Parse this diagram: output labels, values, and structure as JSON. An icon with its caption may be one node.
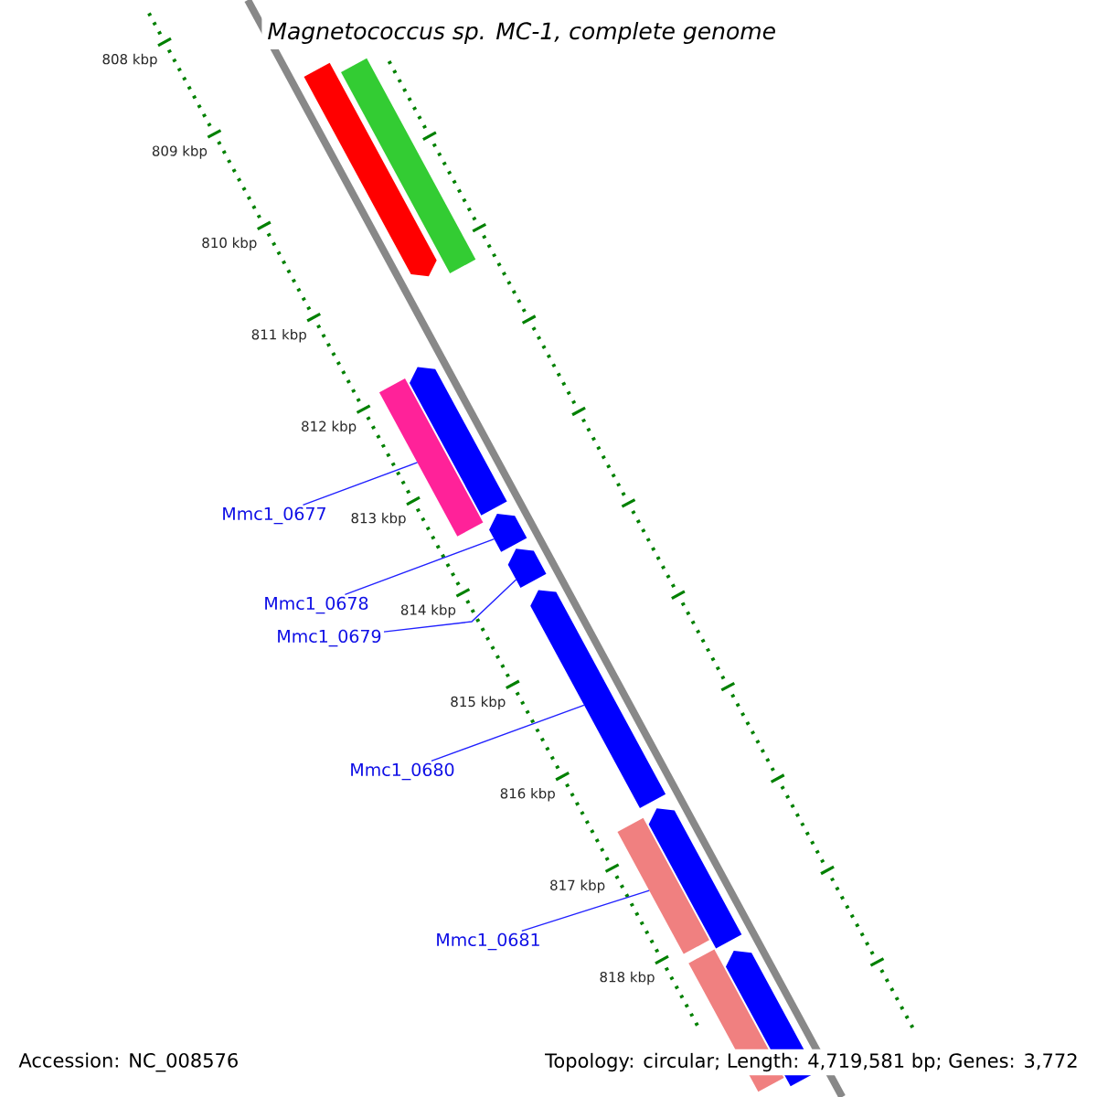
{
  "diagram": {
    "title": "Magnetococcus sp. MC-1, complete genome",
    "nodes": [
      {
        "text": [
          "Mmc1_0677"
        ]
      },
      {
        "text": [
          "Mmc1_0678"
        ]
      },
      {
        "text": [
          "Mmc1_0679"
        ]
      },
      {
        "text": [
          "Mmc1_0680"
        ]
      },
      {
        "text": [
          "Mmc1_0681"
        ]
      },
      {
        "text": [],
        "shape": "bar"
      },
      {
        "text": [],
        "shape": "bar"
      },
      {
        "text": [],
        "shape": "bar"
      },
      {
        "text": [],
        "shape": "bar"
      },
      {
        "text": [],
        "shape": "bar"
      },
      {
        "text": [],
        "shape": "bar"
      },
      {
        "text": [],
        "shape": "bar"
      },
      {
        "text": [],
        "shape": "bar"
      },
      {
        "text": [],
        "shape": "bar"
      },
      {
        "text": [],
        "shape": "bar"
      },
      {
        "text": [],
        "shape": "bar"
      }
    ],
    "edges": [
      {
        "from": 0,
        "to": 7,
        "arrow": "none"
      },
      {
        "from": 1,
        "to": 9,
        "arrow": "none"
      },
      {
        "from": 2,
        "to": 10,
        "arrow": "none"
      },
      {
        "from": 3,
        "to": 11,
        "arrow": "none"
      },
      {
        "from": 4,
        "to": 12,
        "arrow": "none"
      }
    ],
    "labels": [
      "808 kbp",
      "809 kbp",
      "810 kbp",
      "811 kbp",
      "812 kbp",
      "813 kbp",
      "814 kbp",
      "815 kbp",
      "816 kbp",
      "817 kbp",
      "818 kbp",
      "Accession: NC_008576",
      "Topology: circular; Length: 4,719,581 bp; Genes: 3,772"
    ]
  }
}
